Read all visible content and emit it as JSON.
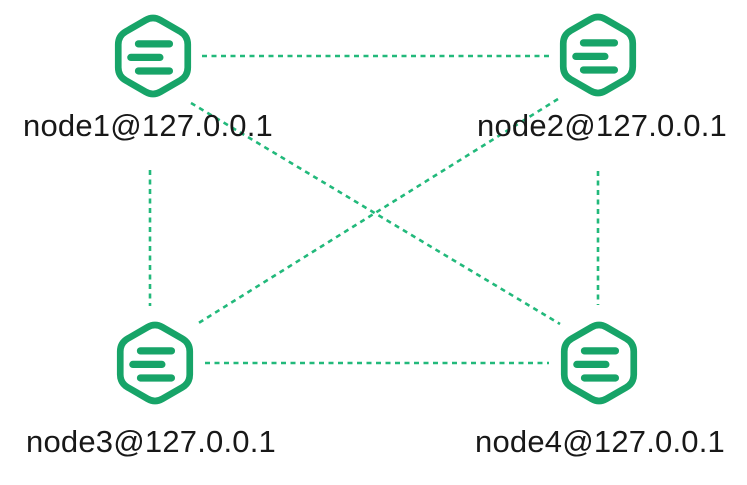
{
  "diagram": {
    "type": "network-graph",
    "description": "Fully connected cluster of four Erlang-style nodes shown as green hexagon server icons joined by dashed green links",
    "nodes": [
      {
        "id": "node1",
        "label": "node1@127.0.0.1",
        "icon": "hexagon-server-icon",
        "position": "top-left"
      },
      {
        "id": "node2",
        "label": "node2@127.0.0.1",
        "icon": "hexagon-server-icon",
        "position": "top-right"
      },
      {
        "id": "node3",
        "label": "node3@127.0.0.1",
        "icon": "hexagon-server-icon",
        "position": "bottom-left"
      },
      {
        "id": "node4",
        "label": "node4@127.0.0.1",
        "icon": "hexagon-server-icon",
        "position": "bottom-right"
      }
    ],
    "edges": [
      {
        "from": "node1",
        "to": "node2",
        "style": "dashed"
      },
      {
        "from": "node3",
        "to": "node4",
        "style": "dashed"
      },
      {
        "from": "node1",
        "to": "node3",
        "style": "dashed"
      },
      {
        "from": "node2",
        "to": "node4",
        "style": "dashed"
      },
      {
        "from": "node1",
        "to": "node4",
        "style": "dashed"
      },
      {
        "from": "node2",
        "to": "node3",
        "style": "dashed"
      }
    ]
  },
  "theme": {
    "icon_green": "#17A468",
    "edge_green": "#22B97B",
    "label_color": "#181818",
    "background": "#FFFFFF"
  }
}
